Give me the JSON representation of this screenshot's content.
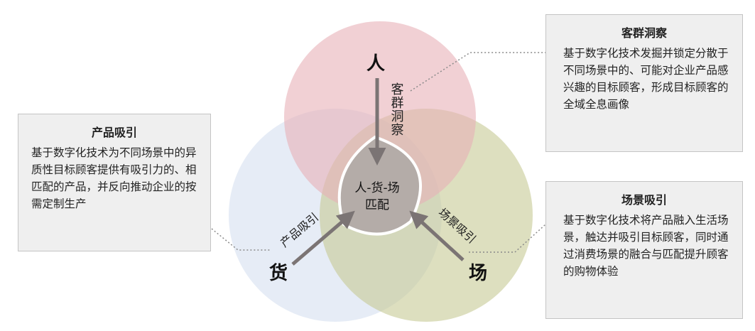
{
  "nodes": {
    "person": "人",
    "goods": "货",
    "scene": "场",
    "center_line1": "人-货-场",
    "center_line2": "匹配"
  },
  "arrows": {
    "customer_insight": "客群洞察",
    "product_attraction": "产品吸引",
    "scene_attraction": "场景吸引"
  },
  "callouts": {
    "customer": {
      "title": "客群洞察",
      "body": "基于数字化技术发掘并锁定分散于不同场景中的、可能对企业产品感兴趣的目标顾客，形成目标顾客的全域全息画像"
    },
    "product": {
      "title": "产品吸引",
      "body": "基于数字化技术为不同场景中的异质性目标顾客提供有吸引力的、相匹配的产品，并反向推动企业的按需定制生产"
    },
    "scene": {
      "title": "场景吸引",
      "body": "基于数字化技术将产品融入生活场景，触达并吸引目标顾客，同时通过消费场景的融合与匹配提升顾客的购物体验"
    }
  },
  "colors": {
    "circle_person": "#e7b1b8",
    "circle_goods": "#d2ddef",
    "circle_scene": "#c7ca95",
    "center": "#b4aca8",
    "arrow": "#7b7474"
  }
}
